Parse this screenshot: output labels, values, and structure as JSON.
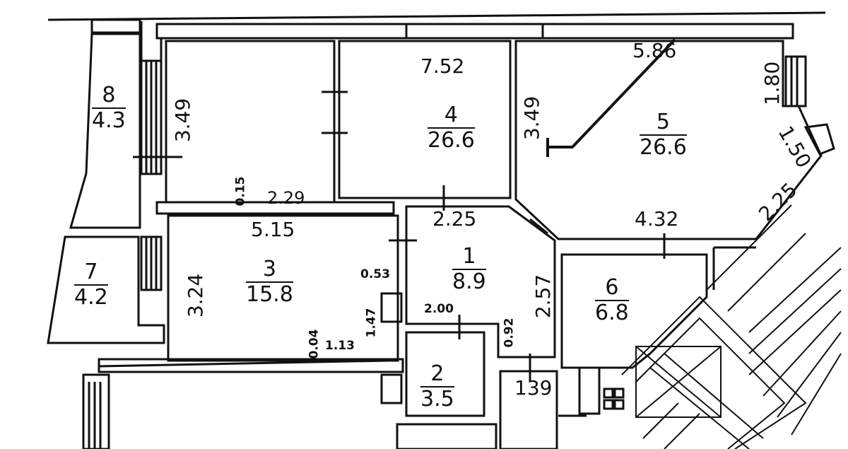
{
  "plan": {
    "rooms": [
      {
        "id": "1",
        "area": "8.9"
      },
      {
        "id": "2",
        "area": "3.5"
      },
      {
        "id": "3",
        "area": "15.8"
      },
      {
        "id": "4",
        "area": "26.6"
      },
      {
        "id": "5",
        "area": "26.6"
      },
      {
        "id": "6",
        "area": "6.8"
      },
      {
        "id": "7",
        "area": "4.2"
      },
      {
        "id": "8",
        "area": "4.3"
      }
    ],
    "dimensions": {
      "d_7_52": "7.52",
      "d_5_86": "5.86",
      "d_1_80": "1.80",
      "d_1_50": "1.50",
      "d_2_25_right": "2.25",
      "d_3_49_left": "3.49",
      "d_3_49_mid": "3.49",
      "d_0_15": "0.15",
      "d_2_29": "2.29",
      "d_5_15": "5.15",
      "d_2_25_hall": "2.25",
      "d_4_32": "4.32",
      "d_3_24": "3.24",
      "d_0_53": "0.53",
      "d_1_47": "1.47",
      "d_2_00": "2.00",
      "d_2_57": "2.57",
      "d_0_92": "0.92",
      "d_0_04": "0.04",
      "d_1_13": "1.13",
      "d_139": "139"
    }
  }
}
